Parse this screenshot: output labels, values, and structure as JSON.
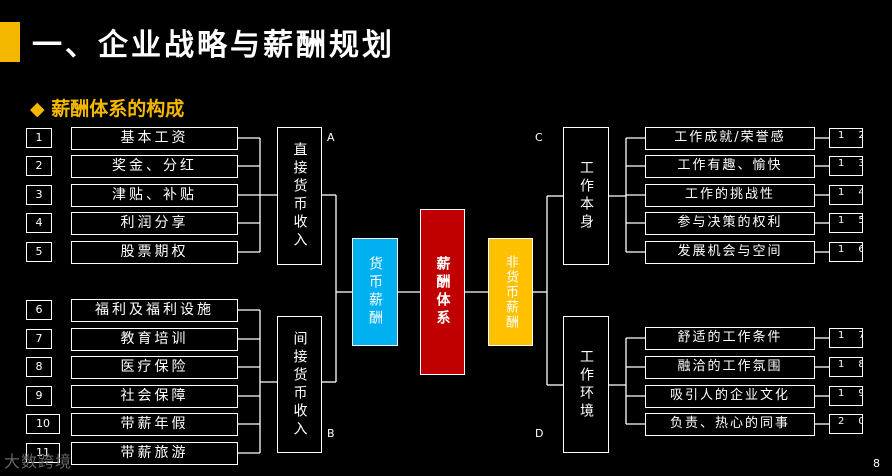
{
  "title": "一、企业战略与薪酬规划",
  "subtitle": "◆ 薪酬体系的构成",
  "center": {
    "label": "薪酬体系",
    "color": "#c00000"
  },
  "monetary": {
    "label": "货币薪酬",
    "color": "#00b0f0"
  },
  "non_monetary": {
    "label": "非货币薪酬",
    "color": "#ffc000"
  },
  "direct": {
    "label": "直接货币收入",
    "letter": "A"
  },
  "indirect": {
    "label": "间接货币收入",
    "letter": "B"
  },
  "work_itself": {
    "label": "工作本身",
    "letter": "C"
  },
  "work_env": {
    "label": "工作环境",
    "letter": "D"
  },
  "direct_items": [
    {
      "num": "1",
      "label": "基本工资"
    },
    {
      "num": "2",
      "label": "奖金、分红"
    },
    {
      "num": "3",
      "label": "津贴、补贴"
    },
    {
      "num": "4",
      "label": "利润分享"
    },
    {
      "num": "5",
      "label": "股票期权"
    }
  ],
  "indirect_items": [
    {
      "num": "6",
      "label": "福利及福利设施"
    },
    {
      "num": "7",
      "label": "教育培训"
    },
    {
      "num": "8",
      "label": "医疗保险"
    },
    {
      "num": "9",
      "label": "社会保障"
    },
    {
      "num": "10",
      "label": "带薪年假"
    },
    {
      "num": "11",
      "label": "带薪旅游"
    }
  ],
  "work_items": [
    {
      "num": "12",
      "label": "工作成就/荣誉感"
    },
    {
      "num": "13",
      "label": "工作有趣、愉快"
    },
    {
      "num": "14",
      "label": "工作的挑战性"
    },
    {
      "num": "15",
      "label": "参与决策的权利"
    },
    {
      "num": "16",
      "label": "发展机会与空间"
    }
  ],
  "env_items": [
    {
      "num": "17",
      "label": "舒适的工作条件"
    },
    {
      "num": "18",
      "label": "融洽的工作氛围"
    },
    {
      "num": "19",
      "label": "吸引人的企业文化"
    },
    {
      "num": "20",
      "label": "负责、热心的同事"
    }
  ],
  "page_number": "8",
  "watermark": "大数跨境"
}
